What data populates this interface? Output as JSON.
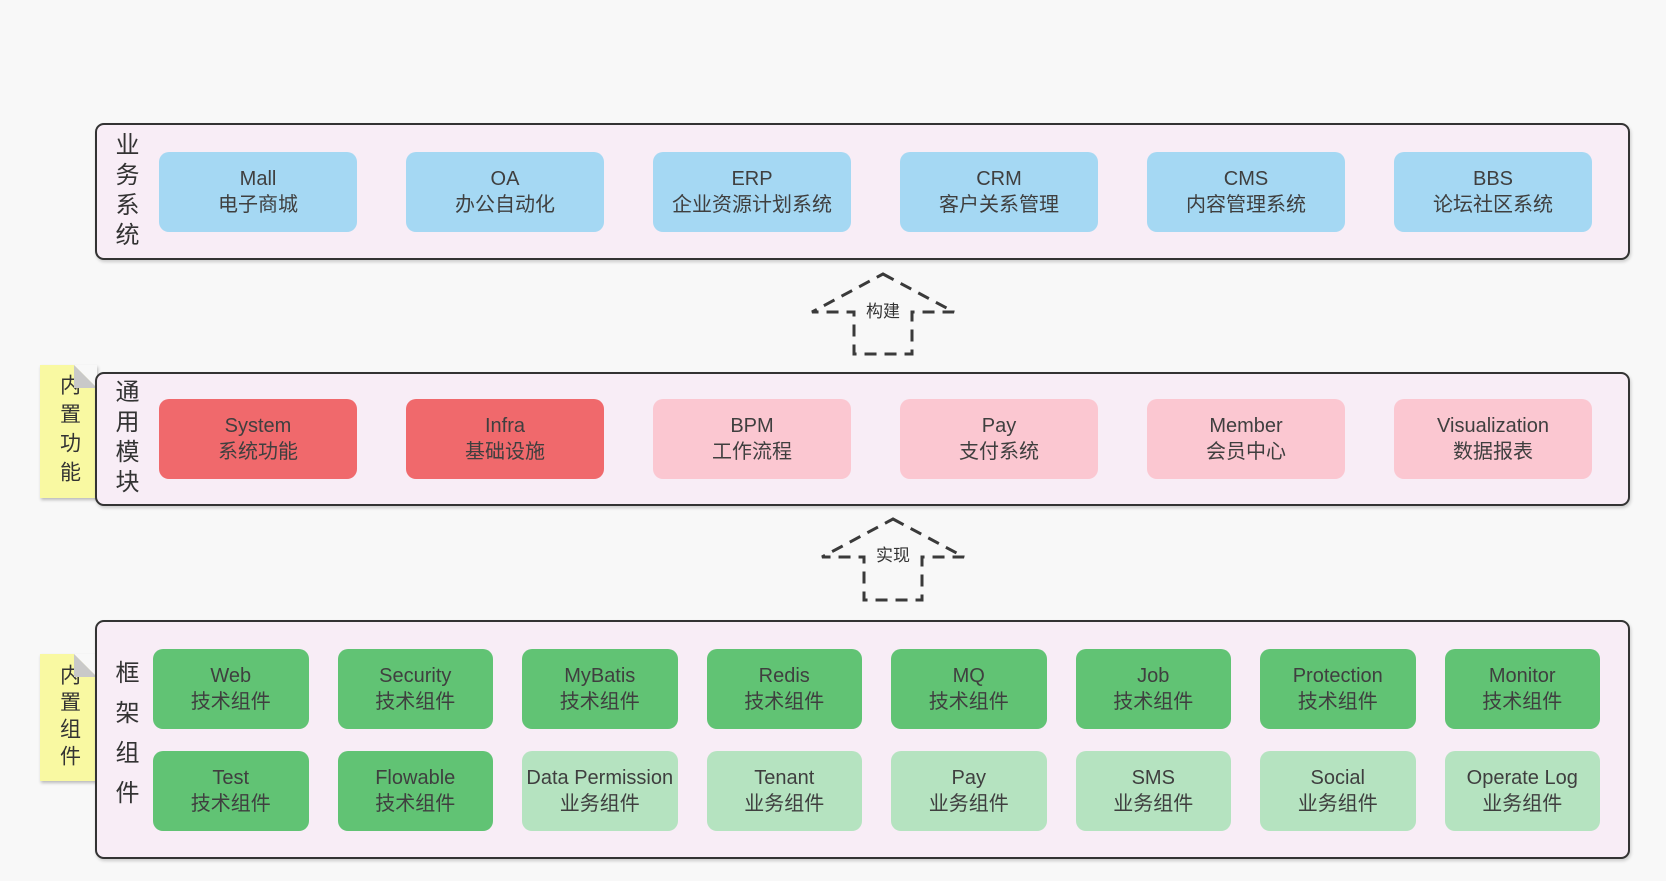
{
  "colors": {
    "page_bg": "#f8f8f8",
    "band_bg": "#f8edf6",
    "band_border": "#333333",
    "blue_box": "#a5d8f3",
    "red_box": "#f0696c",
    "pink_box": "#fbc7d1",
    "green_box": "#61c374",
    "light_green_box": "#b5e3c0",
    "sticky_yellow": "#f9f9a2",
    "fold_gray": "#c9c9c9",
    "text": "#3a3a3a"
  },
  "bands": [
    {
      "label": "业务系统",
      "boxes": [
        {
          "title": "Mall",
          "subtitle": "电子商城"
        },
        {
          "title": "OA",
          "subtitle": "办公自动化"
        },
        {
          "title": "ERP",
          "subtitle": "企业资源计划系统"
        },
        {
          "title": "CRM",
          "subtitle": "客户关系管理"
        },
        {
          "title": "CMS",
          "subtitle": "内容管理系统"
        },
        {
          "title": "BBS",
          "subtitle": "论坛社区系统"
        }
      ]
    },
    {
      "label": "通用模块",
      "sticky": "内置功能",
      "boxes": [
        {
          "title": "System",
          "subtitle": "系统功能"
        },
        {
          "title": "Infra",
          "subtitle": "基础设施"
        },
        {
          "title": "BPM",
          "subtitle": "工作流程"
        },
        {
          "title": "Pay",
          "subtitle": "支付系统"
        },
        {
          "title": "Member",
          "subtitle": "会员中心"
        },
        {
          "title": "Visualization",
          "subtitle": "数据报表"
        }
      ]
    },
    {
      "label": "框架组件",
      "sticky": "内置组件",
      "boxes": [
        {
          "title": "Web",
          "subtitle": "技术组件"
        },
        {
          "title": "Security",
          "subtitle": "技术组件"
        },
        {
          "title": "MyBatis",
          "subtitle": "技术组件"
        },
        {
          "title": "Redis",
          "subtitle": "技术组件"
        },
        {
          "title": "MQ",
          "subtitle": "技术组件"
        },
        {
          "title": "Job",
          "subtitle": "技术组件"
        },
        {
          "title": "Protection",
          "subtitle": "技术组件"
        },
        {
          "title": "Monitor",
          "subtitle": "技术组件"
        },
        {
          "title": "Test",
          "subtitle": "技术组件"
        },
        {
          "title": "Flowable",
          "subtitle": "技术组件"
        },
        {
          "title": "Data Permission",
          "subtitle": "业务组件"
        },
        {
          "title": "Tenant",
          "subtitle": "业务组件"
        },
        {
          "title": "Pay",
          "subtitle": "业务组件"
        },
        {
          "title": "SMS",
          "subtitle": "业务组件"
        },
        {
          "title": "Social",
          "subtitle": "业务组件"
        },
        {
          "title": "Operate Log",
          "subtitle": "业务组件"
        }
      ]
    }
  ],
  "arrows": [
    {
      "label": "构建"
    },
    {
      "label": "实现"
    }
  ]
}
